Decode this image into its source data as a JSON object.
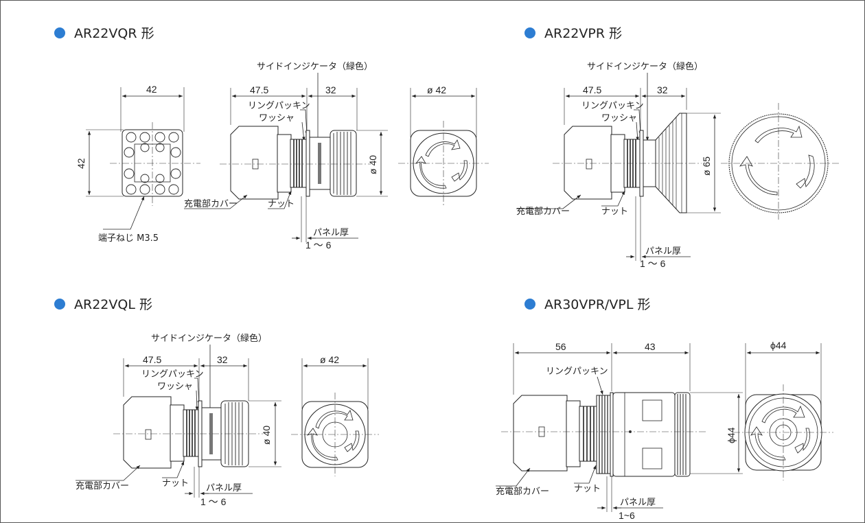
{
  "accent_color": "#2d7dd2",
  "sections": {
    "vqr": {
      "title": "AR22VQR 形",
      "dims": {
        "width_top": "42",
        "height_left": "42",
        "body": "47.5",
        "head": "32",
        "dia_front": "ø 42",
        "dia_side": "ø 40"
      },
      "labels": {
        "indicator": "サイドインジケータ（緑色）",
        "ring": "リングパッキン",
        "washer": "ワッシャ",
        "cover": "充電部カバー",
        "nut": "ナット",
        "screw": "端子ねじ M3.5",
        "panel": "パネル厚",
        "panel_range": "1 ～ 6"
      }
    },
    "vpr": {
      "title": "AR22VPR 形",
      "dims": {
        "body": "47.5",
        "head": "32",
        "dia": "ø 65"
      },
      "labels": {
        "indicator": "サイドインジケータ（緑色）",
        "ring": "リングパッキン",
        "washer": "ワッシャ",
        "cover": "充電部カバー",
        "nut": "ナット",
        "panel": "パネル厚",
        "panel_range": "1 ～ 6"
      }
    },
    "vql": {
      "title": "AR22VQL 形",
      "dims": {
        "body": "47.5",
        "head": "32",
        "dia_front": "ø 42",
        "dia_side": "ø 40"
      },
      "labels": {
        "indicator": "サイドインジケータ（緑色）",
        "ring": "リングパッキン",
        "washer": "ワッシャ",
        "cover": "充電部カバー",
        "nut": "ナット",
        "panel": "パネル厚",
        "panel_range": "1 ～ 6"
      }
    },
    "vpl": {
      "title": "AR30VPR/VPL 形",
      "dims": {
        "body": "56",
        "head": "43",
        "dia_front": "ϕ44",
        "dia_side": "ϕ44"
      },
      "labels": {
        "ring": "リングパッキン",
        "cover": "充電部カバー",
        "nut": "ナット",
        "panel": "パネル厚",
        "panel_range": "1~6"
      }
    }
  }
}
